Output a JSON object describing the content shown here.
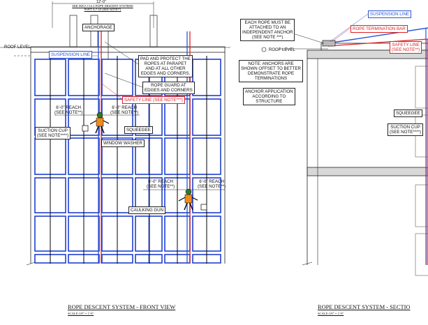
{
  "front_view": {
    "dimension": "12'-0\"",
    "dimension_ref_1": "SEE IWCA I-14.1 ROPE DESCENT SYSTEMS",
    "dimension_ref_2": "PART: 5.7.10 (SEE NOTE**)",
    "anchorage": "ANCHORAGE",
    "roof_level": "ROOF LEVEL",
    "suspension_line": "SUSPENSION LINE",
    "pad_protect": [
      "PAD AND PROTECT THE",
      "ROPES AT PARAPET",
      "AND AT ALL OTHER",
      "EDGES AND CORNERS."
    ],
    "rope_guard": [
      "ROPE GUARD AT",
      "EDGES AND CORNERS"
    ],
    "safety_line": "SAFETY LINE (SEE NOTE***)",
    "reach_left": [
      "6'-0\" REACH",
      "(SEE NOTE**)"
    ],
    "reach_right": [
      "6'-0\" REACH",
      "(SEE NOTE**)"
    ],
    "reach_lower_left": [
      "6'-0\" REACH",
      "(SEE NOTE**)"
    ],
    "reach_lower_right": [
      "6'-0\" REACH",
      "(SEE NOTE**)"
    ],
    "suction_cup": [
      "SUCTION CUP",
      "(SEE NOTE****)"
    ],
    "squeegee": "SQUEEGEE",
    "window_washer": "WINDOW WASHER",
    "caulking_gun": "CAULKING GUN",
    "title": "ROPE DESCENT SYSTEM - FRONT VIEW",
    "scale": "SCALE:1/8\" = 1'-0\""
  },
  "notes": {
    "each_rope": [
      "EACH ROPE MUST BE",
      "ATTACHED TO AN",
      "INDEPENDENT ANCHOR",
      "(SEE NOTE ***)"
    ],
    "roof_level": "ROOF LEVEL",
    "anchors_offset": [
      "NOTE: ANCHORS ARE",
      "SHOWN OFFSET TO BETTER",
      "DEMONSTRATE ROPE",
      "TERMINATIONS"
    ],
    "anchor_application": [
      "ANCHOR APPLICATION",
      "ACCORDING TO",
      "STRUCTURE"
    ]
  },
  "section_view": {
    "suspension_line": "SUSPENSION LINE",
    "rope_termination_bar": "ROPE TERMINATION BAR",
    "safety_line": [
      "SAFETY LINE",
      "(SEE NOTE**)"
    ],
    "squeegee": "SQUEEGEE",
    "suction_cup": [
      "SUCTION CUP",
      "(SEE NOTE****)"
    ],
    "title": "ROPE DESCENT SYSTEM - SECTIO",
    "scale": "SCALE:1/8\" = 1'-0\""
  },
  "colors": {
    "window_frame": "#1f3fd0",
    "rope_red": "#e02020",
    "rope_blue": "#2a55d6",
    "line": "#222222"
  }
}
